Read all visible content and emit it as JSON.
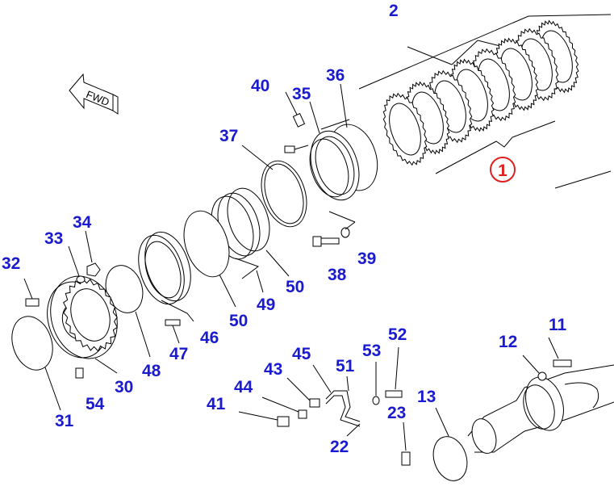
{
  "fwd_label": "FWD",
  "callout": {
    "number": "1",
    "color": "#e02020"
  },
  "label_color": "#1a1ad0",
  "labels": {
    "l2": "2",
    "l40": "40",
    "l35": "35",
    "l36": "36",
    "l37": "37",
    "l34": "34",
    "l33": "33",
    "l32": "32",
    "l38": "38",
    "l39": "39",
    "l50a": "50",
    "l49": "49",
    "l50b": "50",
    "l46": "46",
    "l47": "47",
    "l48": "48",
    "l30": "30",
    "l31": "31",
    "l54": "54",
    "l11": "11",
    "l12": "12",
    "l52": "52",
    "l53": "53",
    "l45": "45",
    "l43": "43",
    "l51": "51",
    "l44": "44",
    "l41": "41",
    "l23": "23",
    "l22": "22",
    "l13": "13"
  }
}
